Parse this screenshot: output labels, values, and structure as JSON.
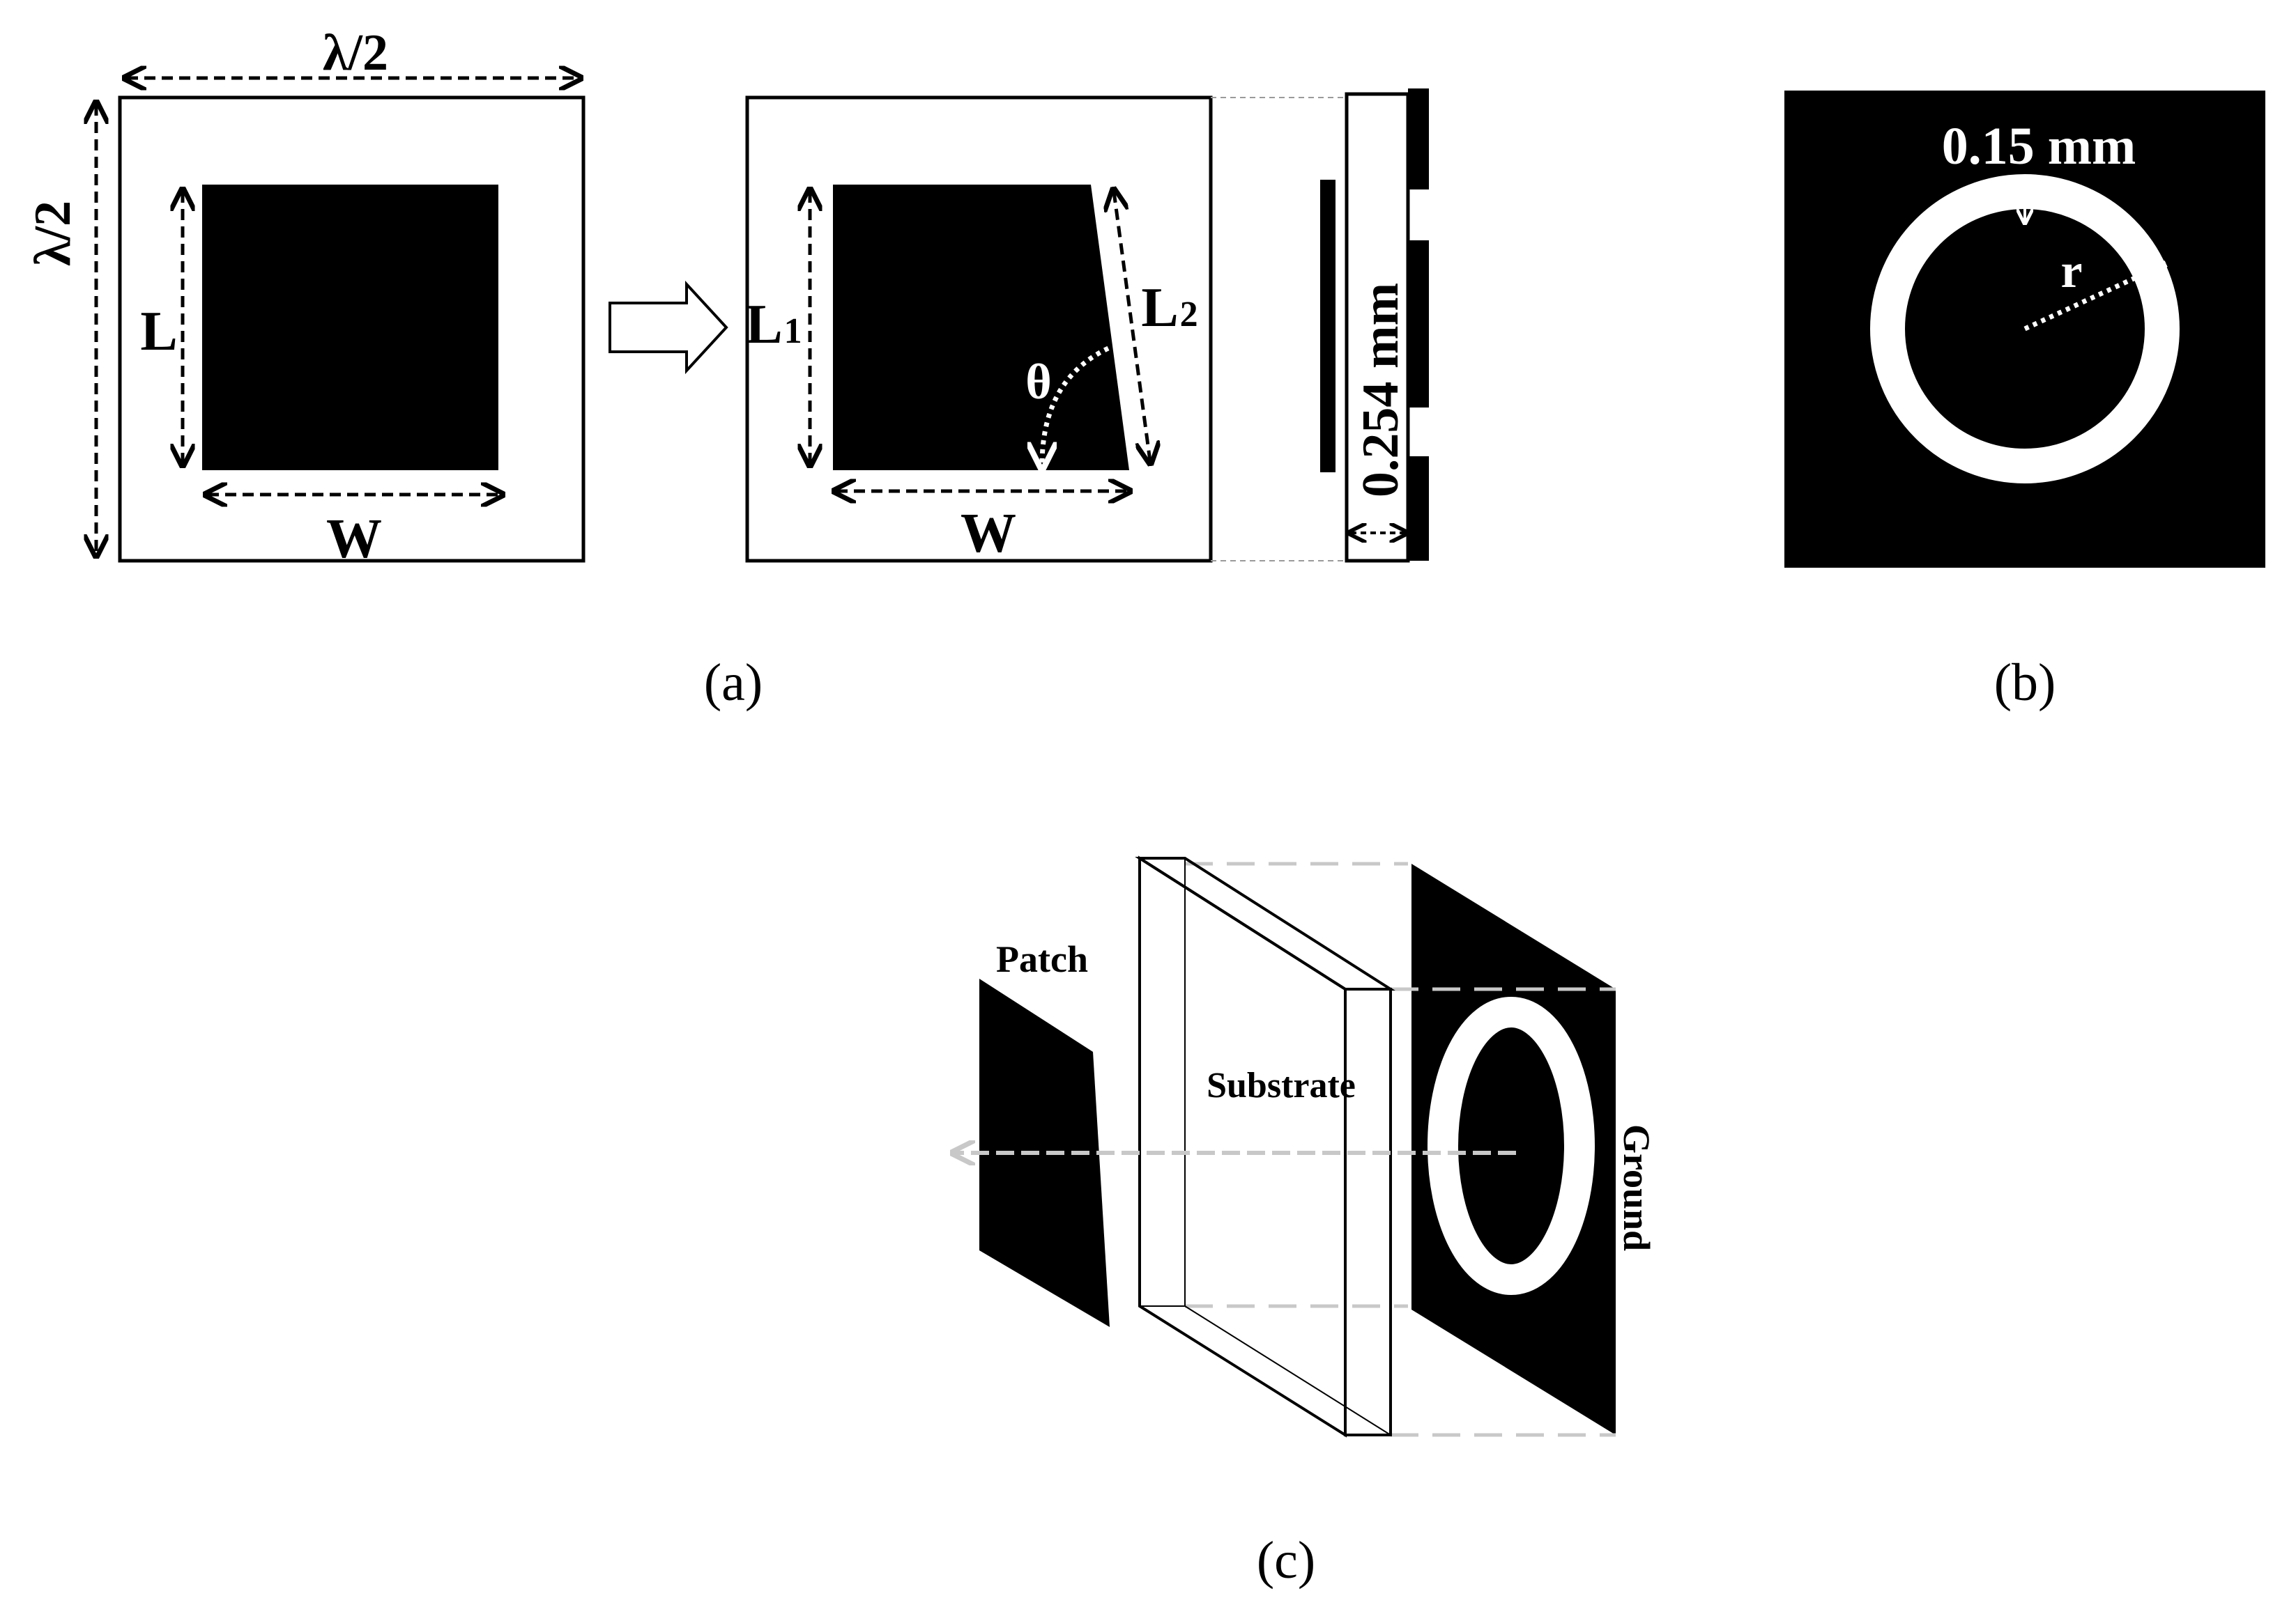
{
  "panel_a": {
    "lambda_top": "λ/2",
    "lambda_left": "λ/2",
    "label_L": "L",
    "label_W": "W",
    "label_L1": "L",
    "label_L1_sub": "1",
    "label_L2": "L",
    "label_L2_sub": "2",
    "label_theta": "θ",
    "label_W2": "W",
    "thickness": "0.254 mm",
    "caption": "(a)"
  },
  "panel_b": {
    "gap_label": "0.15 mm",
    "radius_label": "r",
    "caption": "(b)"
  },
  "panel_c": {
    "patch_label": "Patch",
    "substrate_label": "Substrate",
    "ground_label": "Ground",
    "caption": "(c)"
  },
  "colors": {
    "metal": "#000000",
    "background": "#ffffff",
    "guide_line": "#c8c8c8"
  }
}
